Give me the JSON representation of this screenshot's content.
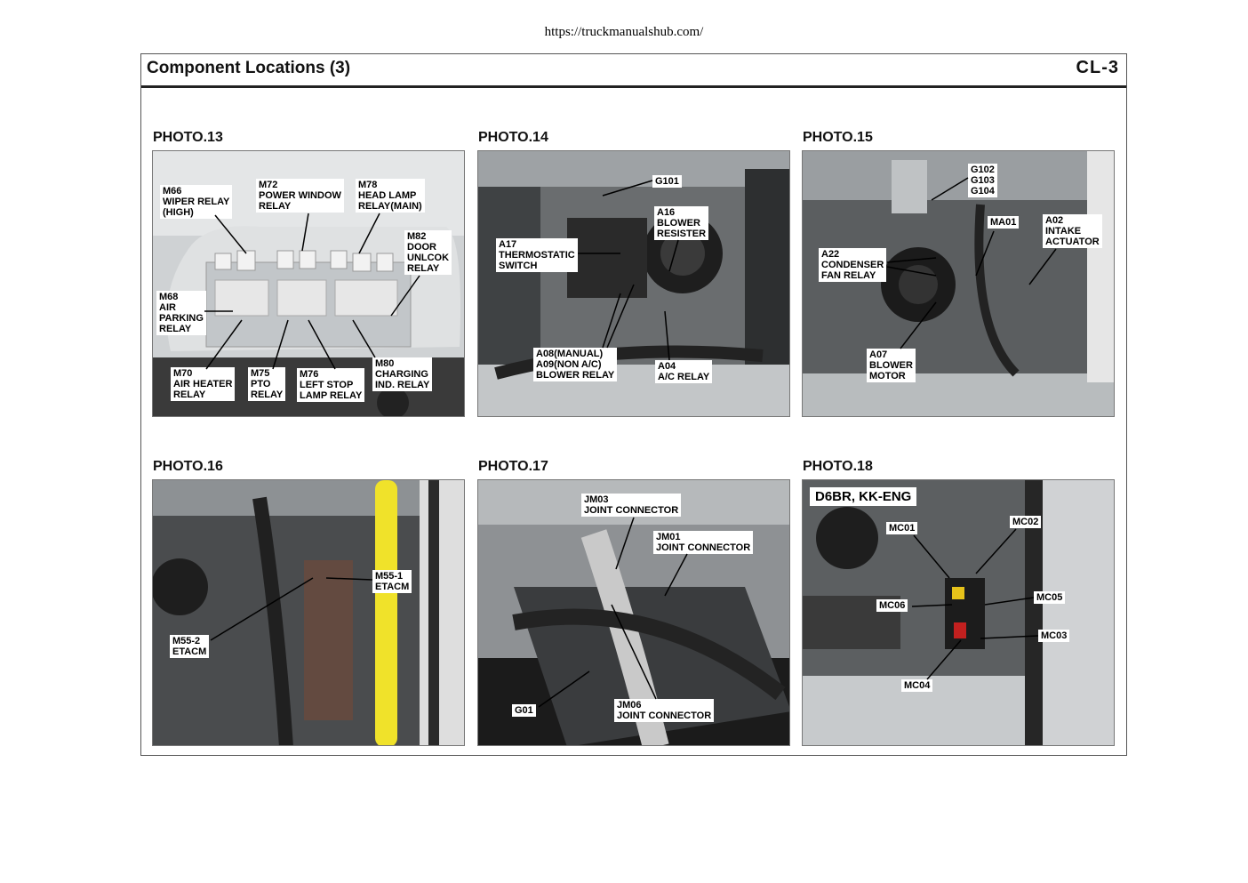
{
  "url": "https://truckmanualshub.com/",
  "header": {
    "title": "Component Locations (3)",
    "code": "CL-3"
  },
  "photos": [
    {
      "label": "PHOTO.13",
      "tags": [
        "M66\nWIPER RELAY\n(HIGH)",
        "M72\nPOWER WINDOW\nRELAY",
        "M78\nHEAD LAMP\nRELAY(MAIN)",
        "M82\nDOOR\nUNLCOK\nRELAY",
        "M68\nAIR\nPARKING\nRELAY",
        "M70\nAIR HEATER\nRELAY",
        "M75\nPTO\nRELAY",
        "M76\nLEFT STOP\nLAMP RELAY",
        "M80\nCHARGING\nIND. RELAY"
      ]
    },
    {
      "label": "PHOTO.14",
      "tags": [
        "G101",
        "A16\nBLOWER\nRESISTER",
        "A17\nTHERMOSTATIC\nSWITCH",
        "A08(MANUAL)\nA09(NON A/C)\nBLOWER RELAY",
        "A04\nA/C RELAY"
      ]
    },
    {
      "label": "PHOTO.15",
      "tags": [
        "G102\nG103\nG104",
        "MA01",
        "A02\nINTAKE\nACTUATOR",
        "A22\nCONDENSER\nFAN RELAY",
        "A07\nBLOWER\nMOTOR"
      ]
    },
    {
      "label": "PHOTO.16",
      "tags": [
        "M55-1\nETACM",
        "M55-2\nETACM"
      ]
    },
    {
      "label": "PHOTO.17",
      "tags": [
        "JM03\nJOINT CONNECTOR",
        "JM01\nJOINT CONNECTOR",
        "G01",
        "JM06\nJOINT CONNECTOR"
      ]
    },
    {
      "label": "PHOTO.18",
      "tags": [
        "D6BR, KK-ENG",
        "MC01",
        "MC02",
        "MC06",
        "MC05",
        "MC03",
        "MC04"
      ]
    }
  ]
}
